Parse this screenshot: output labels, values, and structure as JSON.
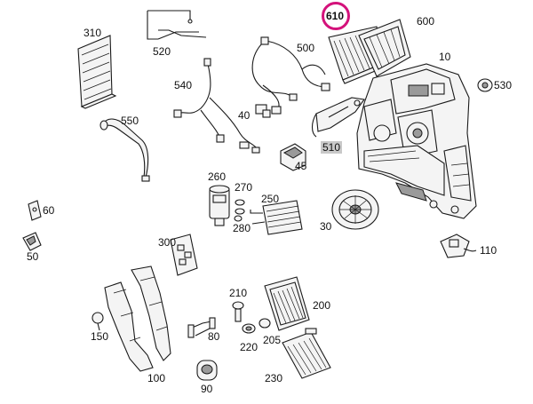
{
  "diagram": {
    "highlight_color": "#d4127b",
    "highlighted_part": "610",
    "parts": [
      {
        "id": "part-610",
        "label": "610",
        "highlighted": true
      },
      {
        "id": "part-600",
        "label": "600"
      },
      {
        "id": "part-310",
        "label": "310"
      },
      {
        "id": "part-520",
        "label": "520"
      },
      {
        "id": "part-500",
        "label": "500"
      },
      {
        "id": "part-10",
        "label": "10"
      },
      {
        "id": "part-530",
        "label": "530"
      },
      {
        "id": "part-540",
        "label": "540"
      },
      {
        "id": "part-40",
        "label": "40"
      },
      {
        "id": "part-550",
        "label": "550"
      },
      {
        "id": "part-510",
        "label": "510",
        "boxed": true
      },
      {
        "id": "part-45",
        "label": "45"
      },
      {
        "id": "part-260",
        "label": "260"
      },
      {
        "id": "part-270",
        "label": "270"
      },
      {
        "id": "part-250",
        "label": "250"
      },
      {
        "id": "part-280",
        "label": "280"
      },
      {
        "id": "part-30",
        "label": "30"
      },
      {
        "id": "part-60",
        "label": "60"
      },
      {
        "id": "part-50",
        "label": "50"
      },
      {
        "id": "part-110",
        "label": "110"
      },
      {
        "id": "part-300",
        "label": "300"
      },
      {
        "id": "part-210",
        "label": "210"
      },
      {
        "id": "part-200",
        "label": "200"
      },
      {
        "id": "part-150",
        "label": "150"
      },
      {
        "id": "part-80",
        "label": "80"
      },
      {
        "id": "part-220",
        "label": "220"
      },
      {
        "id": "part-205",
        "label": "205"
      },
      {
        "id": "part-100",
        "label": "100"
      },
      {
        "id": "part-90",
        "label": "90"
      },
      {
        "id": "part-230",
        "label": "230"
      }
    ]
  }
}
